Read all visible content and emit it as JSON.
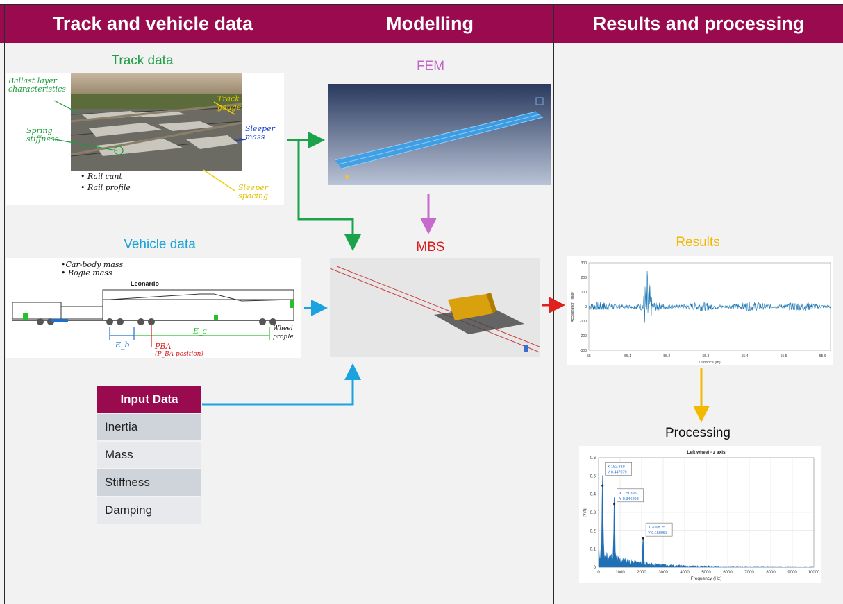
{
  "headers": {
    "col1": "Track and vehicle data",
    "col2": "Modelling",
    "col3": "Results and processing"
  },
  "titles": {
    "track": "Track data",
    "vehicle": "Vehicle data",
    "fem": "FEM",
    "mbs": "MBS",
    "results": "Results",
    "processing": "Processing"
  },
  "track_annotations": {
    "ballast": "Ballast layer characteristics",
    "spring": "Spring stiffness",
    "gauge": "Track gauge",
    "sleeper_mass": "Sleeper mass",
    "sleeper_spacing": "Sleeper spacing",
    "rail_cant": "• Rail cant",
    "rail_profile": "• Rail profile"
  },
  "vehicle_annotations": {
    "car_body": "•Car-body mass",
    "bogie": "• Bogie mass",
    "name": "Leonardo",
    "eb": "E_b",
    "ec": "E_c",
    "pba": "PBA",
    "pba_sub": "(P_BA position)",
    "wheel": "Wheel profile"
  },
  "input_table": {
    "header": "Input Data",
    "rows": [
      "Inertia",
      "Mass",
      "Stiffness",
      "Damping"
    ]
  },
  "colors": {
    "header_bg": "#9a0a4e",
    "track_title": "#1f9e46",
    "vehicle_title": "#1aa3d9",
    "fem_title": "#c266c9",
    "mbs_title": "#d81c1c",
    "results_title": "#f3b800",
    "arrow_green": "#1aa34a",
    "arrow_blue": "#1aa3e0",
    "arrow_red": "#e0201c",
    "arrow_violet": "#c66acc",
    "arrow_yellow": "#f3b800"
  },
  "chart_data": [
    {
      "type": "line",
      "title": "",
      "xlabel": "Distance (m)",
      "ylabel": "Acceleration (m/s²)",
      "xticks": [
        "55",
        "55.1",
        "55.2",
        "55.3",
        "55.4",
        "55.5",
        "55.6"
      ],
      "yticks": [
        "300",
        "200",
        "100",
        "0",
        "-100",
        "-200",
        "-300"
      ],
      "xlim": [
        55,
        55.62
      ],
      "ylim": [
        -300,
        300
      ],
      "grid": false
    },
    {
      "type": "area",
      "title": "Left wheel - z axis",
      "xlabel": "Frequency (Hz)",
      "ylabel": "|Y(f)|",
      "xticks": [
        "0",
        "1000",
        "2000",
        "3000",
        "4000",
        "5000",
        "6000",
        "7000",
        "8000",
        "9000",
        "10000"
      ],
      "yticks": [
        "0",
        "0.1",
        "0.2",
        "0.3",
        "0.4",
        "0.5",
        "0.6"
      ],
      "xlim": [
        0,
        10000
      ],
      "ylim": [
        0,
        0.6
      ],
      "grid": true,
      "annotations": [
        {
          "x": 182.819,
          "y": 0.447079,
          "label_x": "X 182.819",
          "label_y": "Y 0.447079"
        },
        {
          "x": 729.895,
          "y": 0.346208,
          "label_x": "X 729.895",
          "label_y": "Y 0.346208"
        },
        {
          "x": 2068.25,
          "y": 0.158953,
          "label_x": "X 2068.25",
          "label_y": "Y 0.158953"
        }
      ]
    }
  ]
}
